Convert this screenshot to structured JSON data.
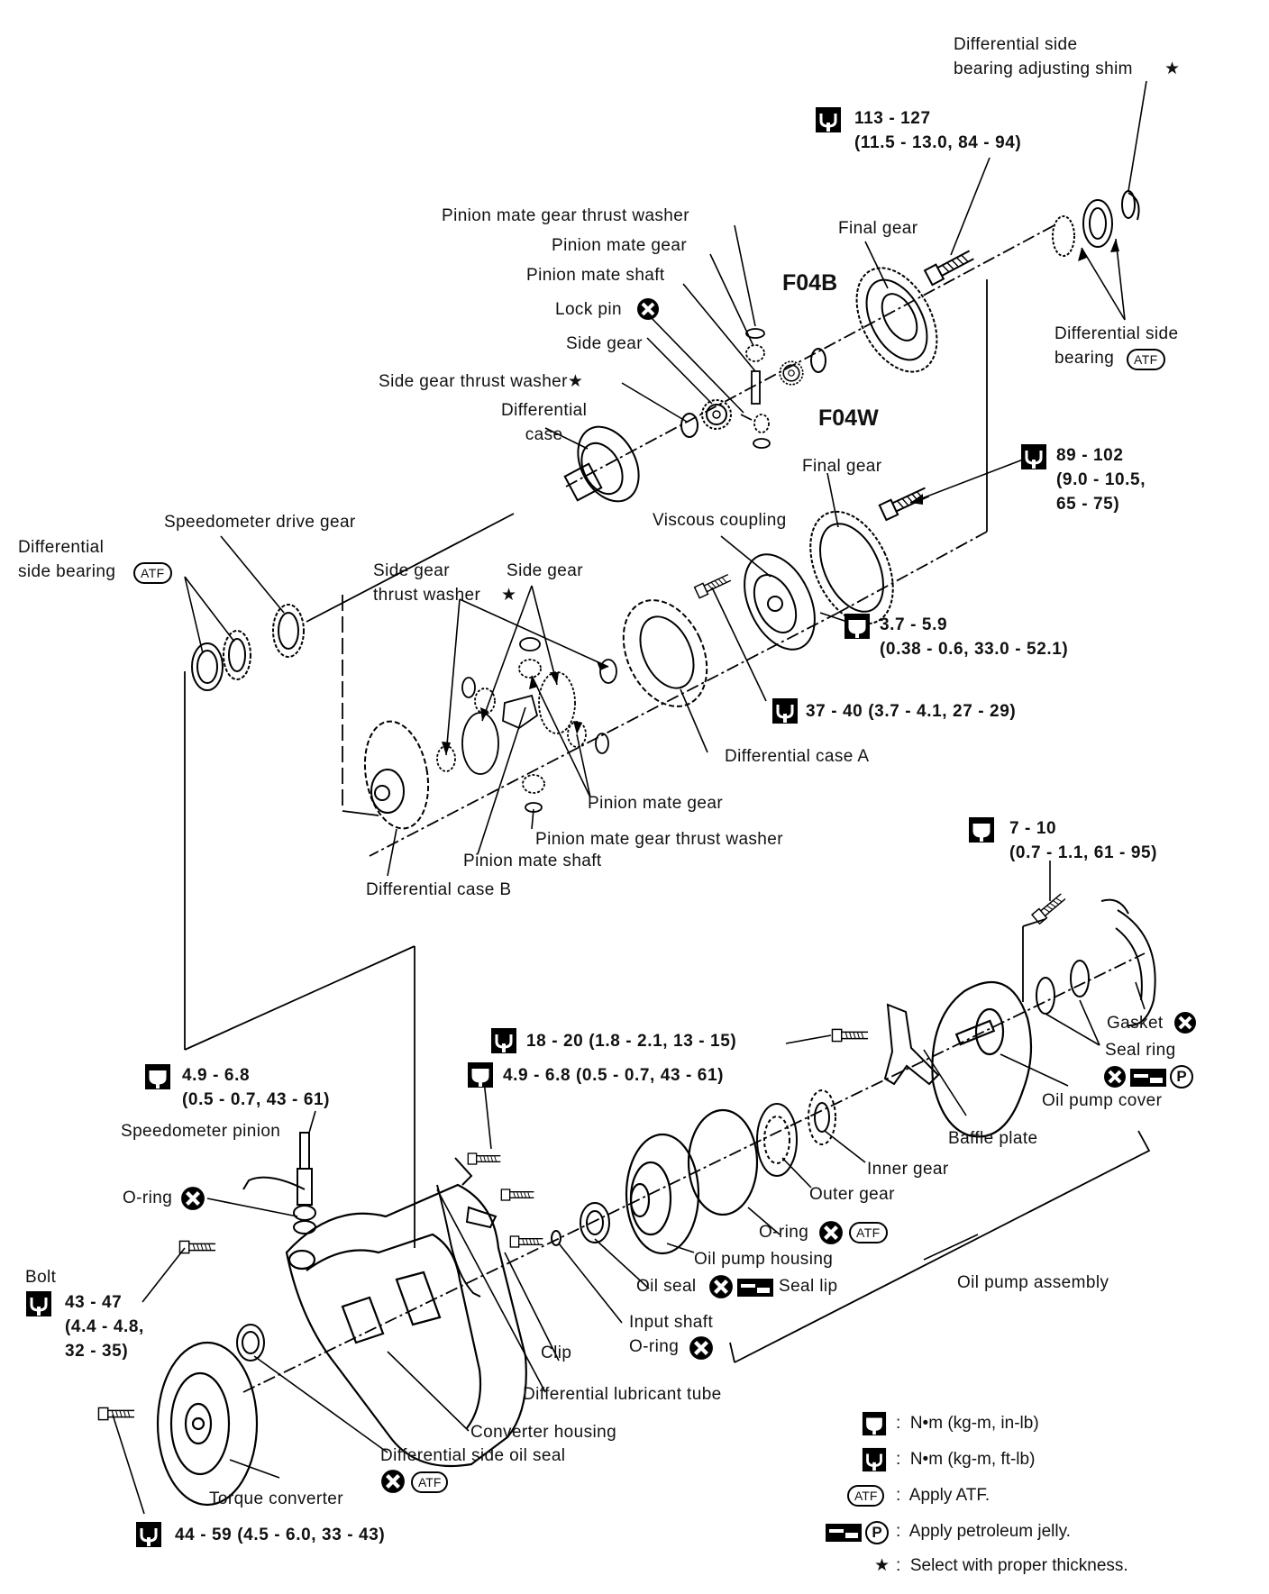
{
  "models": {
    "f04b": "F04B",
    "f04w": "F04W"
  },
  "labels": {
    "shim": "Differential side\nbearing adjusting shim",
    "final_gear_b": "Final gear",
    "diff_side_bearing_r": "Differential side\nbearing",
    "pm_thrust_washer_top": "Pinion mate gear thrust washer",
    "pm_gear_top": "Pinion mate gear",
    "pm_shaft_top": "Pinion mate shaft",
    "lock_pin": "Lock pin",
    "side_gear_top": "Side gear",
    "sg_thrust_washer_top": "Side gear thrust washer",
    "diff_case": "Differential\ncase",
    "final_gear_w": "Final gear",
    "viscous": "Viscous coupling",
    "speedo_drive": "Speedometer drive gear",
    "diff_side_bearing_l": "Differential\nside bearing",
    "sg_thrust_washer_mid": "Side gear\nthrust washer",
    "side_gear_mid": "Side gear",
    "diff_case_a": "Differential case A",
    "pm_gear_mid": "Pinion mate gear",
    "pm_thrust_washer_mid": "Pinion mate gear thrust washer",
    "pm_shaft_mid": "Pinion mate shaft",
    "diff_case_b": "Differential case B",
    "gasket": "Gasket",
    "seal_ring": "Seal ring",
    "oil_pump_cover": "Oil pump cover",
    "baffle": "Baffle plate",
    "inner_gear": "Inner gear",
    "outer_gear": "Outer gear",
    "speedo_pinion": "Speedometer pinion",
    "oring_speedo": "O-ring",
    "oring_pump": "O-ring",
    "oil_pump_housing": "Oil pump housing",
    "oil_pump_assy": "Oil pump assembly",
    "oil_seal": "Oil seal",
    "seal_lip": "Seal lip",
    "input_shaft": "Input shaft\nO-ring",
    "clip": "Clip",
    "bolt": "Bolt",
    "diff_tube": "Differential lubricant tube",
    "converter_housing": "Converter housing",
    "diff_side_oil_seal": "Differential side oil seal",
    "torque_converter": "Torque converter"
  },
  "torques": {
    "t113": "113 - 127\n(11.5 - 13.0, 84 - 94)",
    "t89": "89 - 102\n(9.0 - 10.5,\n65 - 75)",
    "t37a": "3.7 - 5.9\n(0.38 - 0.6, 33.0 - 52.1)",
    "t37b": "37 - 40 (3.7 - 4.1, 27 - 29)",
    "t7": "7 - 10\n(0.7 - 1.1, 61 - 95)",
    "t18": "18 - 20 (1.8 - 2.1, 13 - 15)",
    "t49a": "4.9 - 6.8 (0.5 - 0.7, 43 - 61)",
    "t49b": "4.9 - 6.8\n(0.5 - 0.7, 43 - 61)",
    "t43": "43 - 47\n(4.4 - 4.8,\n32 - 35)",
    "t44": "44 - 59 (4.5 - 6.0, 33 - 43)"
  },
  "legend": {
    "nm_inlb": ":  N•m (kg-m, in-lb)",
    "nm_ftlb": ":  N•m (kg-m, ft-lb)",
    "atf": ":  Apply ATF.",
    "pj": ":  Apply petroleum jelly.",
    "star": ":  Select with proper thickness."
  },
  "symbols": {
    "atf": "ATF",
    "p": "P",
    "star": "★"
  }
}
